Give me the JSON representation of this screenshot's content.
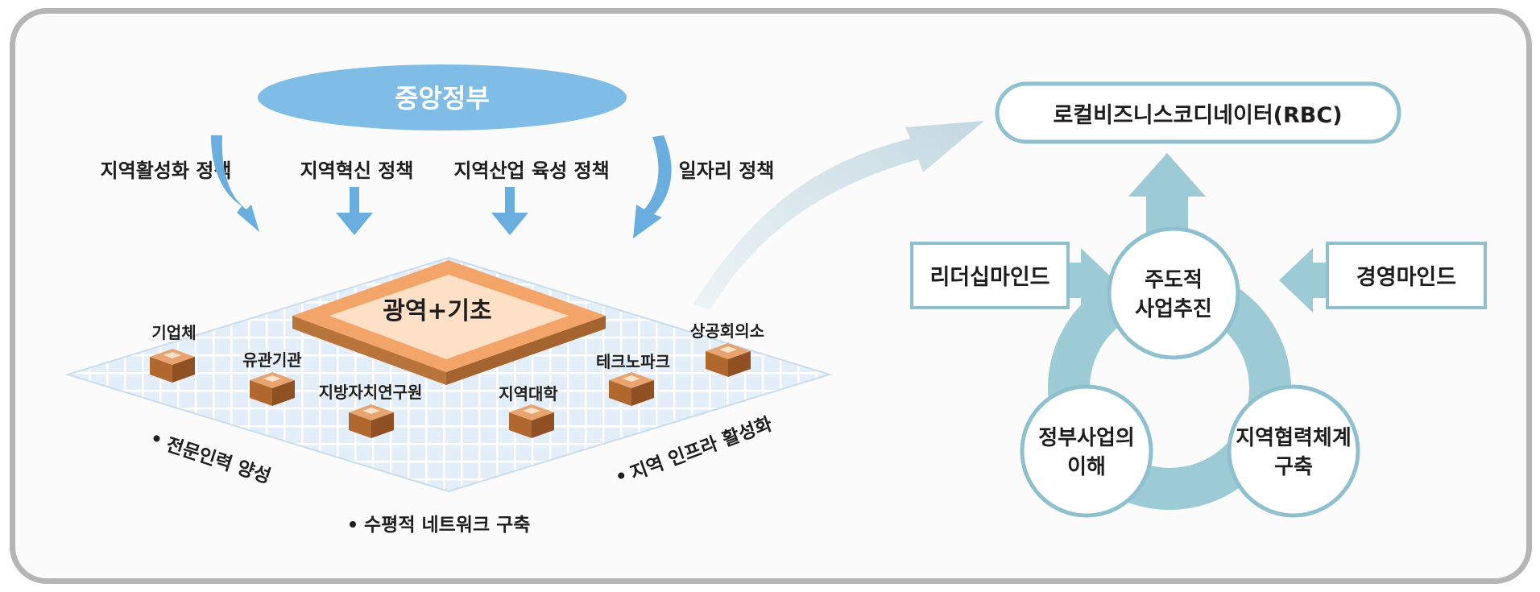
{
  "central_government": "중앙정부",
  "policies": [
    "지역활성화 정책",
    "지역혁신 정책",
    "지역산업 육성 정책",
    "일자리 정책"
  ],
  "platform_label": "광역+기초",
  "organizations": [
    "기업체",
    "유관기관",
    "지방자치연구원",
    "지역대학",
    "테크노파크",
    "상공회의소"
  ],
  "outcomes": {
    "left": "전문인력 양성",
    "bottom": "수평적 네트워크 구축",
    "right": "지역 인프라 활성화"
  },
  "rbc_label": "로컬비즈니스코디네이터(RBC)",
  "cycle": {
    "top_line1": "주도적",
    "top_line2": "사업추진",
    "left_line1": "정부사업의",
    "left_line2": "이해",
    "right_line1": "지역협력체계",
    "right_line2": "구축"
  },
  "mindsets": {
    "left": "리더십마인드",
    "right": "경영마인드"
  },
  "colors": {
    "ellipse": "#7fbde6",
    "arrow_blue": "#6aaedf",
    "teal": "#9ccbd6",
    "box_border": "#8ec0d0",
    "platform": "#f3a468",
    "cube_top": "#e9a36e",
    "grid": "#cfe3f2"
  }
}
